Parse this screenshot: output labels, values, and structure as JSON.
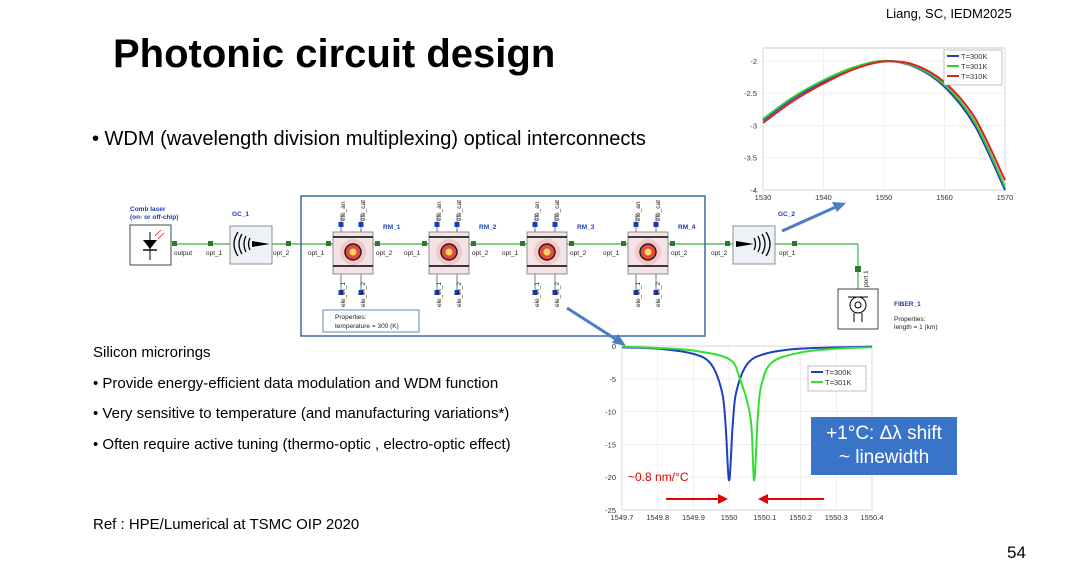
{
  "citation": "Liang, SC, IEDM2025",
  "title": "Photonic circuit design",
  "bullet_main": "• WDM (wavelength division multiplexing) optical interconnects",
  "microrings": {
    "heading": "Silicon microrings",
    "items": [
      "• Provide energy-efficient data modulation and WDM function",
      "• Very sensitive to temperature (and manufacturing variations*)",
      "• Often require active tuning (thermo-optic , electro-optic effect)"
    ]
  },
  "reference": "Ref : HPE/Lumerical at TSMC OIP 2020",
  "page_number": "54",
  "circuit": {
    "comb_laser_label": "Comb laser",
    "comb_laser_sub": "(on- or off-chip)",
    "gc1_label": "GC_1",
    "gc2_label": "GC_2",
    "port_output": "output",
    "port_opt1": "opt_1",
    "port_opt2": "opt_2",
    "ring_labels": [
      "RM_1",
      "RM_2",
      "RM_3",
      "RM_4"
    ],
    "ring_top_ports": [
      "ele_an",
      "ele_cat"
    ],
    "ring_bottom_ports": [
      "ele_th_1",
      "ele_th_2"
    ],
    "properties_title": "Properties:",
    "properties_temp": "temperature = 300 (K)",
    "fiber_label": "FIBER_1",
    "fiber_port": "port 1",
    "fiber_properties_title": "Properties:",
    "fiber_properties_length": "length = 1 (km)"
  },
  "callout": {
    "line1": "+1°C: Δλ shift",
    "line2": "~ linewidth"
  },
  "slope_label": "~0.8 nm/°C",
  "chart_data": [
    {
      "type": "line",
      "title": "",
      "xlabel": "",
      "ylabel": "",
      "xlim": [
        1530,
        1570
      ],
      "ylim": [
        -4,
        -1.8
      ],
      "x_ticks": [
        "1530",
        "1540",
        "1550",
        "1560",
        "1570"
      ],
      "y_ticks": [
        "-2",
        "-2.5",
        "-3",
        "-3.5",
        "-4"
      ],
      "legend_position": "top-right",
      "series": [
        {
          "name": "T=300K",
          "color": "#1f3fbf",
          "x": [
            1530,
            1535,
            1540,
            1545,
            1550,
            1555,
            1560,
            1565,
            1570
          ],
          "values": [
            -2.92,
            -2.58,
            -2.32,
            -2.11,
            -2.0,
            -2.09,
            -2.4,
            -3.0,
            -4.0
          ]
        },
        {
          "name": "T=301K",
          "color": "#33cc33",
          "x": [
            1530,
            1535,
            1540,
            1545,
            1550,
            1555,
            1560,
            1565,
            1570
          ],
          "values": [
            -2.9,
            -2.56,
            -2.3,
            -2.1,
            -2.0,
            -2.08,
            -2.37,
            -2.95,
            -3.95
          ]
        },
        {
          "name": "T=310K",
          "color": "#e02020",
          "x": [
            1530,
            1535,
            1540,
            1545,
            1550,
            1555,
            1560,
            1565,
            1570
          ],
          "values": [
            -2.96,
            -2.62,
            -2.35,
            -2.13,
            -2.01,
            -2.06,
            -2.33,
            -2.88,
            -3.85
          ]
        }
      ]
    },
    {
      "type": "line",
      "title": "",
      "xlabel": "",
      "ylabel": "",
      "xlim": [
        1549.7,
        1550.4
      ],
      "ylim": [
        -25,
        0
      ],
      "x_ticks": [
        "1549.7",
        "1549.8",
        "1549.9",
        "1550",
        "1550.1",
        "1550.2",
        "1550.3",
        "1550.4"
      ],
      "y_ticks": [
        "0",
        "-5",
        "-10",
        "-15",
        "-20",
        "-25"
      ],
      "legend_position": "top-right",
      "series": [
        {
          "name": "T=300K",
          "color": "#1f3fbf",
          "x": [
            1549.7,
            1549.8,
            1549.9,
            1549.95,
            1549.98,
            1549.99,
            1550.0,
            1550.01,
            1550.02,
            1550.05,
            1550.1,
            1550.2,
            1550.4
          ],
          "values": [
            -0.2,
            -0.4,
            -1.2,
            -2.8,
            -7,
            -12,
            -20.5,
            -12,
            -7,
            -2.8,
            -1.2,
            -0.4,
            -0.1
          ]
        },
        {
          "name": "T=301K",
          "color": "#33dd33",
          "x": [
            1549.7,
            1549.8,
            1549.9,
            1550.0,
            1550.03,
            1550.06,
            1550.07,
            1550.08,
            1550.09,
            1550.12,
            1550.2,
            1550.3,
            1550.4
          ],
          "values": [
            -0.1,
            -0.3,
            -0.7,
            -2.0,
            -5,
            -11,
            -20.5,
            -11,
            -6,
            -2.5,
            -1.0,
            -0.4,
            -0.2
          ]
        }
      ]
    }
  ]
}
